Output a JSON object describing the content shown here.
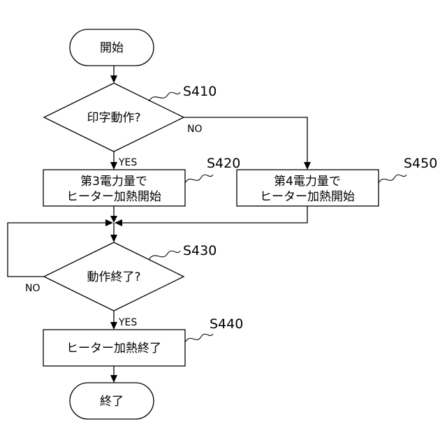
{
  "nodes": {
    "start": "開始",
    "decision_print": "印字動作?",
    "box_left_line1": "第3電力量で",
    "box_left_line2": "ヒーター加熱開始",
    "box_right_line1": "第4電力量で",
    "box_right_line2": "ヒーター加熱開始",
    "decision_end": "動作終了?",
    "box_heater_end": "ヒーター加熱終了",
    "end": "終了"
  },
  "steps": {
    "s410": "S410",
    "s420": "S420",
    "s430": "S430",
    "s440": "S440",
    "s450": "S450"
  },
  "branches": {
    "print_yes": "YES",
    "print_no": "NO",
    "end_yes": "YES",
    "end_no": "NO"
  }
}
